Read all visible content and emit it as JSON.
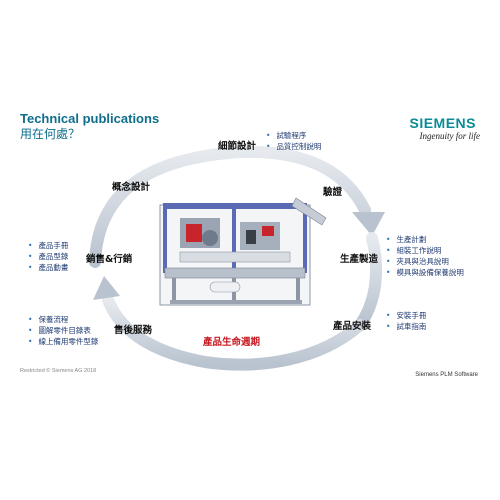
{
  "header": {
    "title": "Technical publications",
    "subtitle": "用在何處？",
    "brand": "SIEMENS",
    "tagline": "Ingenuity for life"
  },
  "cycle": {
    "center_label": "產品生命週期",
    "stages": {
      "detail_design": "細節設計",
      "verification": "驗證",
      "production": "生產製造",
      "installation": "產品安裝",
      "after_sales": "售後服務",
      "sales": "銷售&行銷",
      "concept_design": "概念設計"
    },
    "bullets": {
      "detail_design": [
        "試驗程序",
        "品質控制說明"
      ],
      "production": [
        "生產計劃",
        "組裝工作說明",
        "夾具與治具說明",
        "模具與設備保養說明"
      ],
      "installation": [
        "安裝手冊",
        "試車指南"
      ],
      "after_sales": [
        "保養流程",
        "圖解零件目錄表",
        "線上備用零件型錄"
      ],
      "sales": [
        "產品手冊",
        "產品型錄",
        "產品動畫"
      ]
    }
  },
  "footer": {
    "left": "Restricted © Siemens AG 2018",
    "right": "Siemens PLM Software"
  },
  "colors": {
    "arrow": "#cfd6df",
    "accent": "#0e6e8c",
    "brand": "#0a8b96",
    "center_label": "#c61a22",
    "bullet_text": "#1f3b73"
  }
}
